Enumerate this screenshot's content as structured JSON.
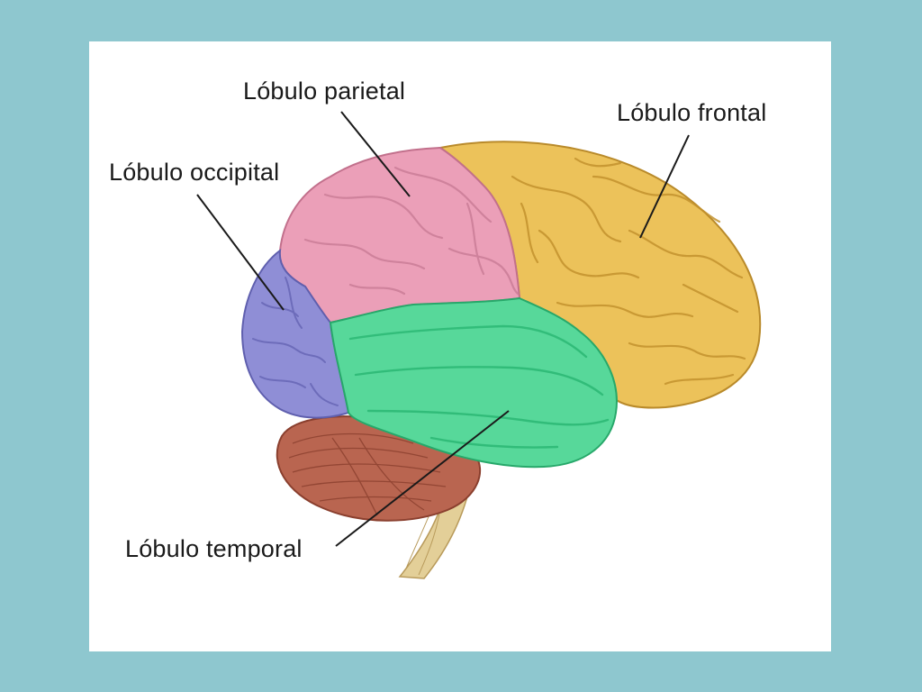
{
  "diagram": {
    "labels": {
      "parietal": "Lóbulo parietal",
      "frontal": "Lóbulo frontal",
      "occipital": "Lóbulo occipital",
      "temporal": "Lóbulo temporal"
    },
    "colors": {
      "background": "#8ec7cf",
      "panel": "#ffffff",
      "frontal": "#ecc25a",
      "parietal": "#eb9fb8",
      "occipital": "#8f8ed6",
      "temporal": "#57d89a",
      "cerebellum": "#b96550",
      "brainstem": "#e3cf98"
    }
  }
}
